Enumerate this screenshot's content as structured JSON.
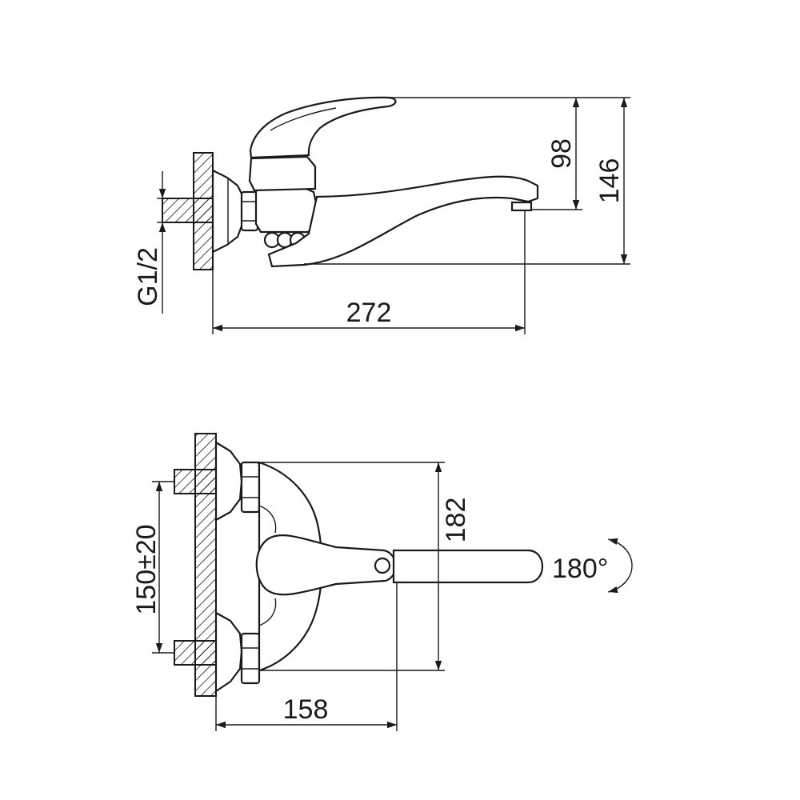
{
  "side_view": {
    "dim_width": "272",
    "dim_thread": "G1/2",
    "dim_spout_height": "98",
    "dim_total_height": "146"
  },
  "top_view": {
    "dim_depth": "158",
    "dim_centers": "150±20",
    "dim_length": "182",
    "rotation": "180°"
  },
  "colors": {
    "line": "#1a1a1a",
    "background": "#ffffff"
  }
}
